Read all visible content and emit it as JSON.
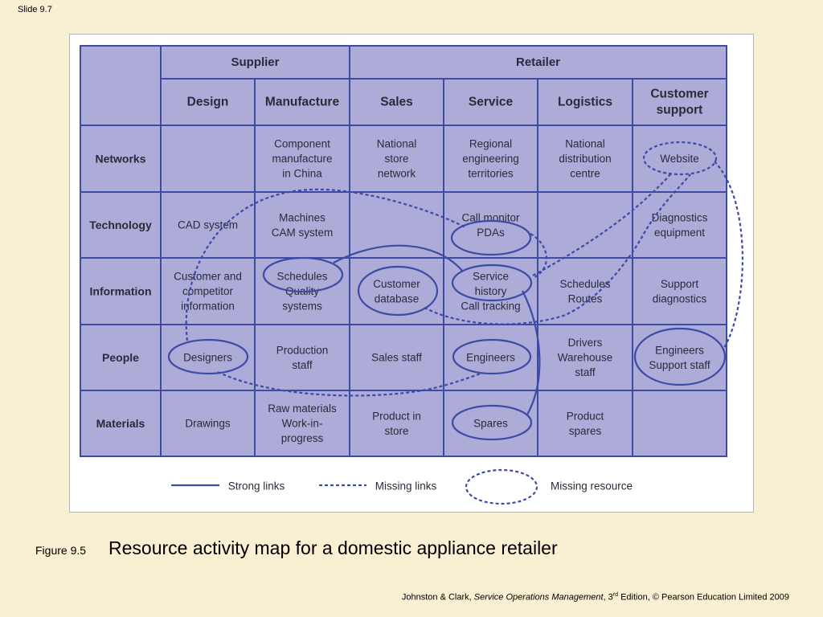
{
  "slide_label": "Slide 9.7",
  "table": {
    "header": {
      "supplier": "Supplier",
      "retailer": "Retailer",
      "columns": [
        "Design",
        "Manufacture",
        "Sales",
        "Service",
        "Logistics",
        [
          "Customer",
          "support"
        ]
      ]
    },
    "rows": [
      {
        "label": "Networks",
        "cells": [
          [],
          [
            "Component",
            "manufacture",
            "in China"
          ],
          [
            "National",
            "store",
            "network"
          ],
          [
            "Regional",
            "engineering",
            "territories"
          ],
          [
            "National",
            "distribution",
            "centre"
          ],
          [
            "Website"
          ]
        ]
      },
      {
        "label": "Technology",
        "cells": [
          [
            "CAD system"
          ],
          [
            "Machines",
            "CAM system"
          ],
          [],
          [
            "Call monitor",
            "PDAs"
          ],
          [],
          [
            "Diagnostics",
            "equipment"
          ]
        ]
      },
      {
        "label": "Information",
        "cells": [
          [
            "Customer and",
            "competitor",
            "information"
          ],
          [
            "Schedules",
            "Quality",
            "systems"
          ],
          [
            "Customer",
            "database"
          ],
          [
            "Service",
            "history",
            "Call tracking"
          ],
          [
            "Schedules",
            "Routes"
          ],
          [
            "Support",
            "diagnostics"
          ]
        ]
      },
      {
        "label": "People",
        "cells": [
          [
            "Designers"
          ],
          [
            "Production",
            "staff"
          ],
          [
            "Sales staff"
          ],
          [
            "Engineers"
          ],
          [
            "Drivers",
            "Warehouse",
            "staff"
          ],
          [
            "Engineers",
            "Support staff"
          ]
        ]
      },
      {
        "label": "Materials",
        "cells": [
          [
            "Drawings"
          ],
          [
            "Raw materials",
            "Work-in-",
            "progress"
          ],
          [
            "Product in",
            "store"
          ],
          [
            "Spares"
          ],
          [
            "Product",
            "spares"
          ],
          []
        ]
      }
    ]
  },
  "legend": {
    "strong": "Strong links",
    "missing_links": "Missing links",
    "missing_resource": "Missing resource"
  },
  "caption": {
    "number": "Figure 9.5",
    "title": "Resource activity map for a domestic appliance retailer"
  },
  "credit": {
    "authors": "Johnston & Clark, ",
    "book": "Service Operations Management",
    "edition_pre": ", 3",
    "edition_sup": "rd",
    "rest": " Edition, © Pearson Education Limited 2009"
  },
  "colors": {
    "table_fill": "#adabd8",
    "line": "#3d4ba4",
    "background": "#f9efd2"
  }
}
